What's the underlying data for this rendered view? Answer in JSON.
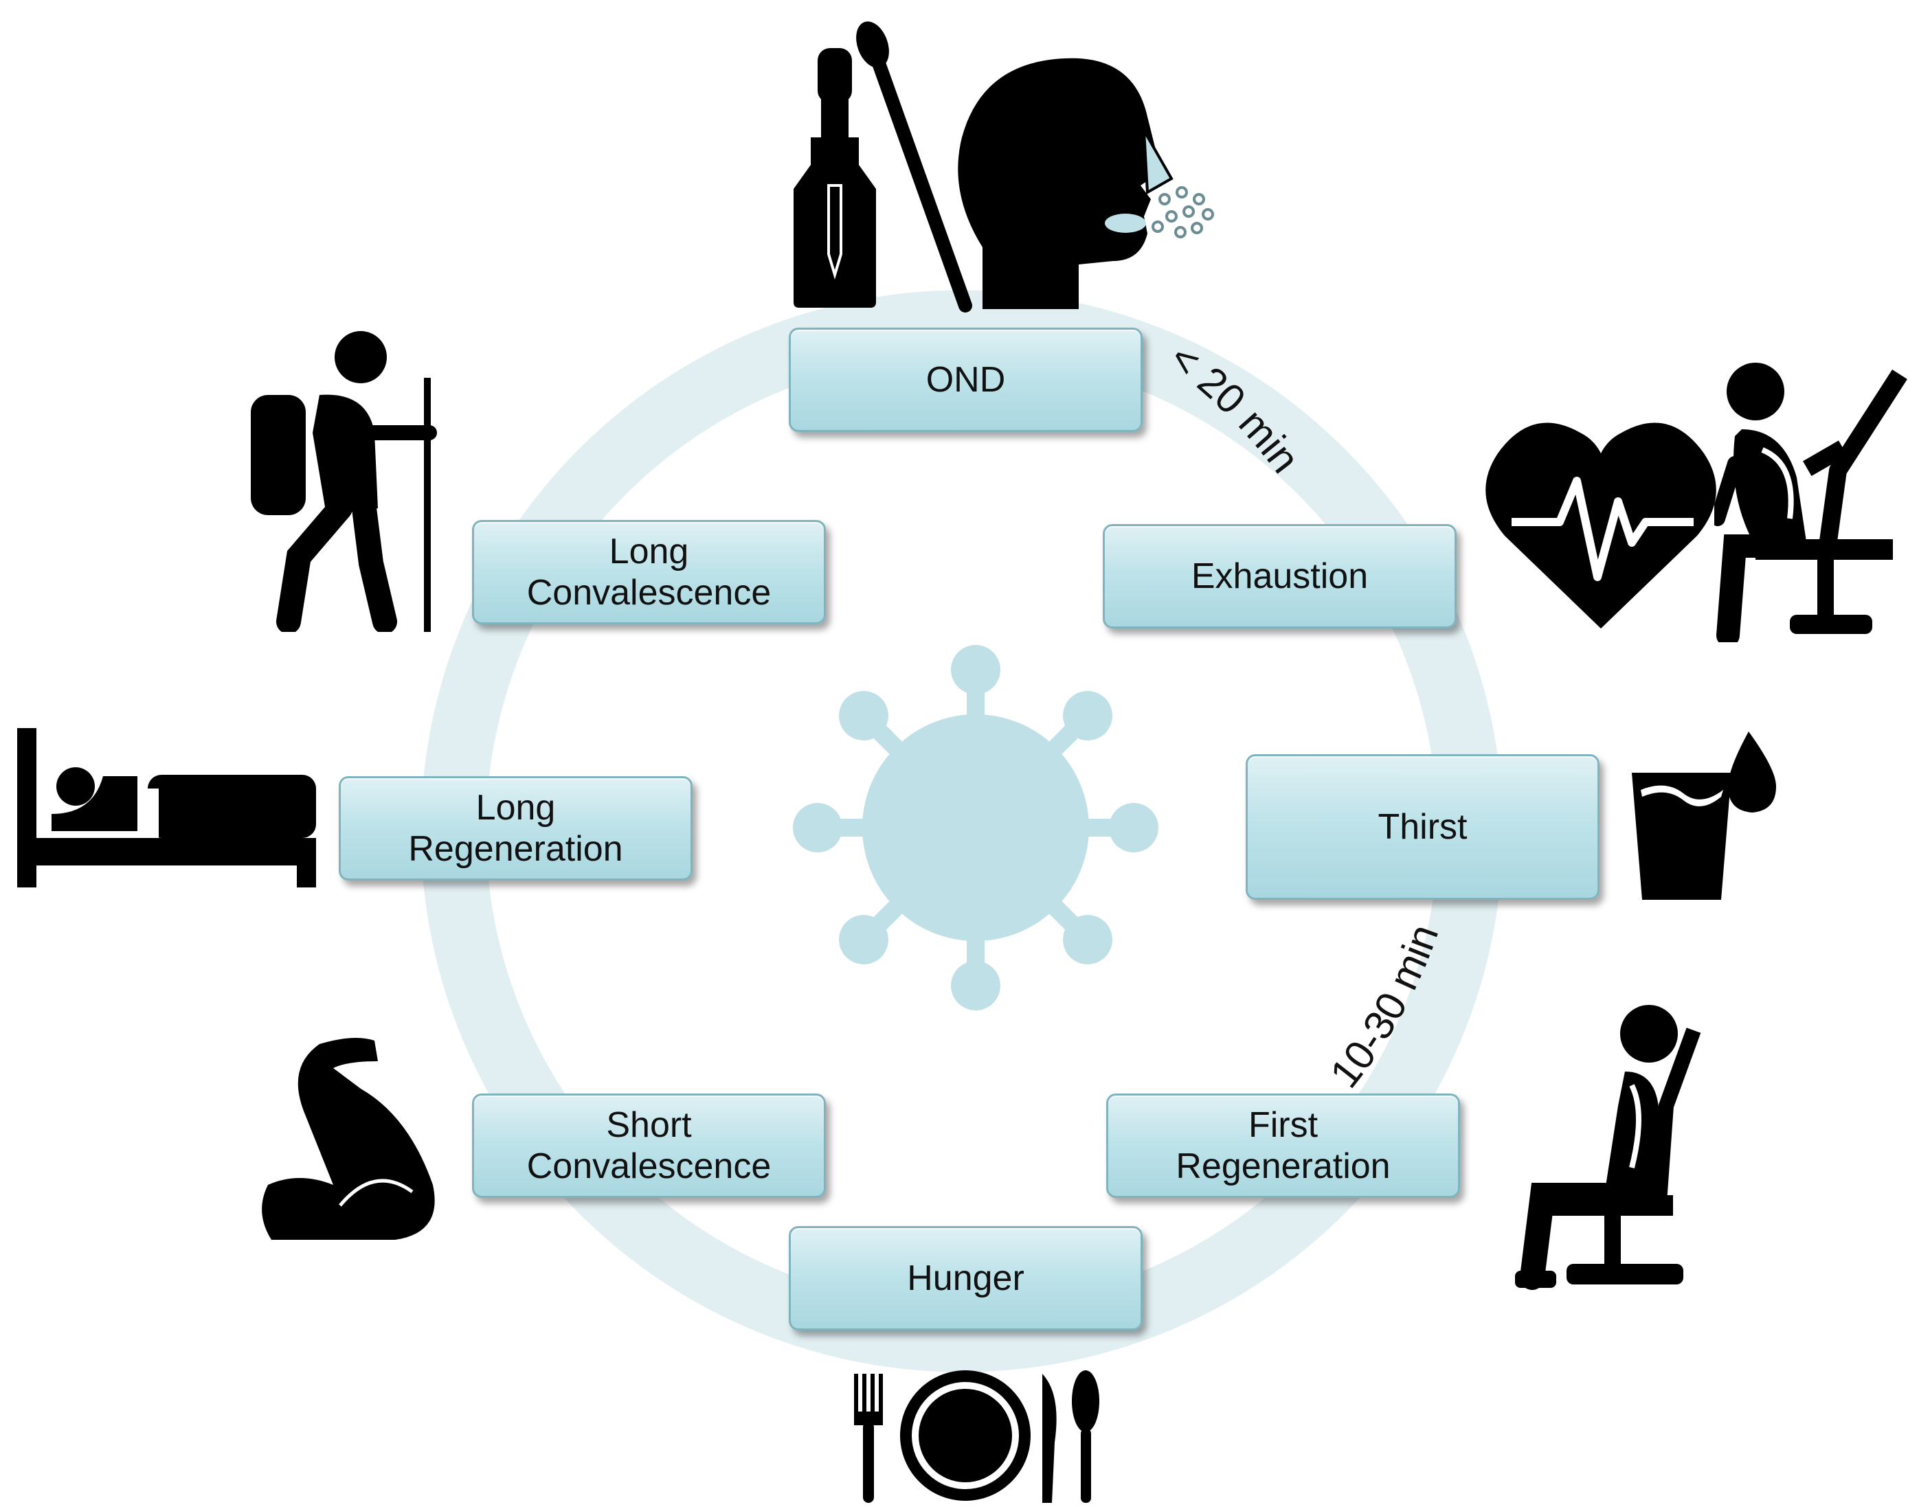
{
  "cycle": {
    "stages": {
      "ond": {
        "label": "OND"
      },
      "exhaustion": {
        "label": "Exhaustion"
      },
      "thirst": {
        "label": "Thirst"
      },
      "first_regeneration": {
        "line1": "First",
        "line2": "Regeneration"
      },
      "hunger": {
        "label": "Hunger"
      },
      "short_convalescence": {
        "line1": "Short",
        "line2": "Convalescence"
      },
      "long_regeneration": {
        "line1": "Long",
        "line2": "Regeneration"
      },
      "long_convalescence": {
        "line1": "Long",
        "line2": "Convalescence"
      }
    },
    "durations": {
      "ond_to_exhaustion": "< 20 min",
      "thirst_to_first_regeneration": "10-30 min"
    }
  },
  "colors": {
    "ring": "#e2eff2",
    "box_fill": "#bfe3ea",
    "box_border": "#7fb3bd",
    "virus": "#bfe0e6",
    "icon": "#000000"
  },
  "icons": [
    "dropper-bottle-icon",
    "swab-icon",
    "head-sneeze-icon",
    "heart-rate-icon",
    "exhausted-sitting-person-icon",
    "water-glass-drop-icon",
    "resting-sitting-person-icon",
    "plate-cutlery-icon",
    "flexed-arm-icon",
    "bed-rest-icon",
    "hiker-icon",
    "virus-icon"
  ]
}
